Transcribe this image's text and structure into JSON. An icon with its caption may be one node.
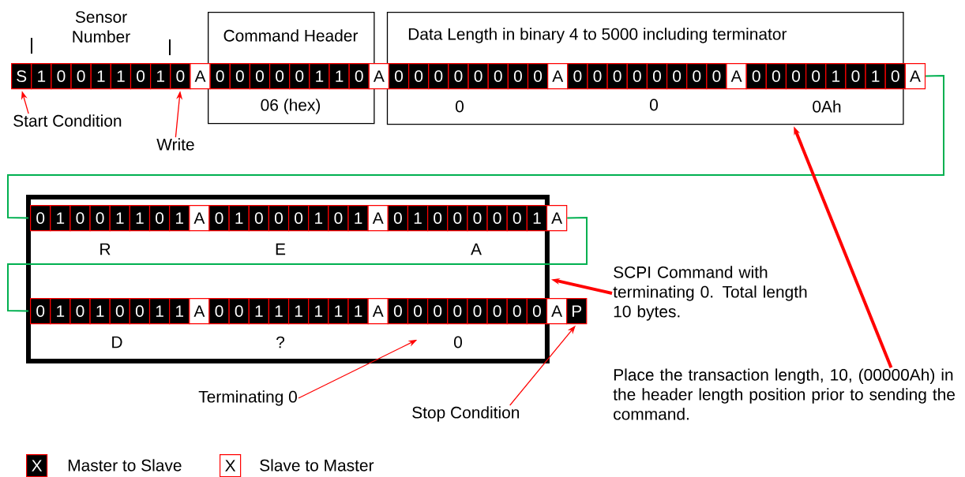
{
  "diagram": {
    "nodes": [
      {
        "text": [
          "S"
        ]
      },
      {
        "text": [
          "1"
        ]
      },
      {
        "text": [
          "0"
        ]
      },
      {
        "text": [
          "0"
        ]
      },
      {
        "text": [
          "1"
        ]
      },
      {
        "text": [
          "1"
        ]
      },
      {
        "text": [
          "0"
        ]
      },
      {
        "text": [
          "1"
        ]
      },
      {
        "text": [
          "0"
        ]
      },
      {
        "text": [
          "A"
        ]
      },
      {
        "text": [
          "Command Header",
          "06 (hex)"
        ]
      },
      {
        "text": [
          "0"
        ],
        "in": 10
      },
      {
        "text": [
          "0"
        ],
        "in": 10
      },
      {
        "text": [
          "0"
        ],
        "in": 10
      },
      {
        "text": [
          "0"
        ],
        "in": 10
      },
      {
        "text": [
          "0"
        ],
        "in": 10
      },
      {
        "text": [
          "1"
        ],
        "in": 10
      },
      {
        "text": [
          "1"
        ],
        "in": 10
      },
      {
        "text": [
          "0"
        ],
        "in": 10
      },
      {
        "text": [
          "A"
        ]
      },
      {
        "text": [
          "Data Length in binary 4 to 5000 including terminator",
          "0",
          "0",
          "0Ah"
        ]
      },
      {
        "text": [
          "0"
        ],
        "in": 20
      },
      {
        "text": [
          "0"
        ],
        "in": 20
      },
      {
        "text": [
          "0"
        ],
        "in": 20
      },
      {
        "text": [
          "0"
        ],
        "in": 20
      },
      {
        "text": [
          "0"
        ],
        "in": 20
      },
      {
        "text": [
          "0"
        ],
        "in": 20
      },
      {
        "text": [
          "0"
        ],
        "in": 20
      },
      {
        "text": [
          "0"
        ],
        "in": 20
      },
      {
        "text": [
          "A"
        ],
        "in": 20
      },
      {
        "text": [
          "0"
        ],
        "in": 20
      },
      {
        "text": [
          "0"
        ],
        "in": 20
      },
      {
        "text": [
          "0"
        ],
        "in": 20
      },
      {
        "text": [
          "0"
        ],
        "in": 20
      },
      {
        "text": [
          "0"
        ],
        "in": 20
      },
      {
        "text": [
          "0"
        ],
        "in": 20
      },
      {
        "text": [
          "0"
        ],
        "in": 20
      },
      {
        "text": [
          "0"
        ],
        "in": 20
      },
      {
        "text": [
          "A"
        ],
        "in": 20
      },
      {
        "text": [
          "0"
        ],
        "in": 20
      },
      {
        "text": [
          "0"
        ],
        "in": 20
      },
      {
        "text": [
          "0"
        ],
        "in": 20
      },
      {
        "text": [
          "0"
        ],
        "in": 20
      },
      {
        "text": [
          "1"
        ],
        "in": 20
      },
      {
        "text": [
          "0"
        ],
        "in": 20
      },
      {
        "text": [
          "1"
        ],
        "in": 20
      },
      {
        "text": [
          "0"
        ],
        "in": 20
      },
      {
        "text": [
          "A"
        ]
      },
      {
        "text": [
          "R",
          "E",
          "A",
          "D",
          "?",
          "0"
        ]
      },
      {
        "text": [
          "0"
        ],
        "in": 48
      },
      {
        "text": [
          "1"
        ],
        "in": 48
      },
      {
        "text": [
          "0"
        ],
        "in": 48
      },
      {
        "text": [
          "0"
        ],
        "in": 48
      },
      {
        "text": [
          "1"
        ],
        "in": 48
      },
      {
        "text": [
          "1"
        ],
        "in": 48
      },
      {
        "text": [
          "0"
        ],
        "in": 48
      },
      {
        "text": [
          "1"
        ],
        "in": 48
      },
      {
        "text": [
          "A"
        ],
        "in": 48
      },
      {
        "text": [
          "0"
        ],
        "in": 48
      },
      {
        "text": [
          "1"
        ],
        "in": 48
      },
      {
        "text": [
          "0"
        ],
        "in": 48
      },
      {
        "text": [
          "0"
        ],
        "in": 48
      },
      {
        "text": [
          "0"
        ],
        "in": 48
      },
      {
        "text": [
          "1"
        ],
        "in": 48
      },
      {
        "text": [
          "0"
        ],
        "in": 48
      },
      {
        "text": [
          "1"
        ],
        "in": 48
      },
      {
        "text": [
          "A"
        ],
        "in": 48
      },
      {
        "text": [
          "0"
        ],
        "in": 48
      },
      {
        "text": [
          "1"
        ],
        "in": 48
      },
      {
        "text": [
          "0"
        ],
        "in": 48
      },
      {
        "text": [
          "0"
        ],
        "in": 48
      },
      {
        "text": [
          "0"
        ],
        "in": 48
      },
      {
        "text": [
          "0"
        ],
        "in": 48
      },
      {
        "text": [
          "0"
        ],
        "in": 48
      },
      {
        "text": [
          "1"
        ],
        "in": 48
      },
      {
        "text": [
          "A"
        ]
      },
      {
        "text": [
          "0"
        ],
        "in": 48
      },
      {
        "text": [
          "1"
        ],
        "in": 48
      },
      {
        "text": [
          "0"
        ],
        "in": 48
      },
      {
        "text": [
          "1"
        ],
        "in": 48
      },
      {
        "text": [
          "0"
        ],
        "in": 48
      },
      {
        "text": [
          "0"
        ],
        "in": 48
      },
      {
        "text": [
          "1"
        ],
        "in": 48
      },
      {
        "text": [
          "1"
        ],
        "in": 48
      },
      {
        "text": [
          "A"
        ],
        "in": 48
      },
      {
        "text": [
          "0"
        ],
        "in": 48
      },
      {
        "text": [
          "0"
        ],
        "in": 48
      },
      {
        "text": [
          "1"
        ],
        "in": 48
      },
      {
        "text": [
          "1"
        ],
        "in": 48
      },
      {
        "text": [
          "1"
        ],
        "in": 48
      },
      {
        "text": [
          "1"
        ],
        "in": 48
      },
      {
        "text": [
          "1"
        ],
        "in": 48
      },
      {
        "text": [
          "1"
        ],
        "in": 48
      },
      {
        "text": [
          "A"
        ],
        "in": 48
      },
      {
        "text": [
          "0"
        ],
        "in": 48
      },
      {
        "text": [
          "0"
        ],
        "in": 48
      },
      {
        "text": [
          "0"
        ],
        "in": 48
      },
      {
        "text": [
          "0"
        ],
        "in": 48
      },
      {
        "text": [
          "0"
        ],
        "in": 48
      },
      {
        "text": [
          "0"
        ],
        "in": 48
      },
      {
        "text": [
          "0"
        ],
        "in": 48
      },
      {
        "text": [
          "0"
        ],
        "in": 48
      },
      {
        "text": [
          "A"
        ]
      },
      {
        "text": [
          "P"
        ]
      },
      {
        "text": [
          "Start Condition"
        ]
      },
      {
        "text": [
          "Write"
        ]
      },
      {
        "text": [
          "Terminating 0"
        ]
      },
      {
        "text": [
          "Stop Condition"
        ]
      },
      {
        "text": [
          "SCPI Command with terminating 0. Total length 10 bytes."
        ]
      },
      {
        "text": [
          "Place the transaction length, 10, (00000Ah) in the header length position prior to sending the command."
        ]
      }
    ],
    "edges": [
      {
        "from": 47,
        "to": 49,
        "arrow": "none",
        "color": "#00b050"
      },
      {
        "from": 75,
        "to": 76,
        "arrow": "none",
        "color": "#00b050"
      },
      {
        "from": 104,
        "to": 0,
        "arrow": "to"
      },
      {
        "from": 105,
        "to": 8,
        "arrow": "to"
      },
      {
        "from": 106,
        "to": null,
        "arrow": "to"
      },
      {
        "from": 107,
        "to": 103,
        "arrow": "to"
      },
      {
        "from": 108,
        "to": 48,
        "arrow": "to",
        "style": "thick"
      },
      {
        "from": 109,
        "to": 20,
        "arrow": "to",
        "style": "thick"
      }
    ],
    "labels": [
      "Sensor Number",
      "X",
      "X"
    ],
    "legend": [
      {
        "text": "Master to Slave",
        "color": "#000000"
      },
      {
        "text": "Slave to Master"
      }
    ]
  }
}
